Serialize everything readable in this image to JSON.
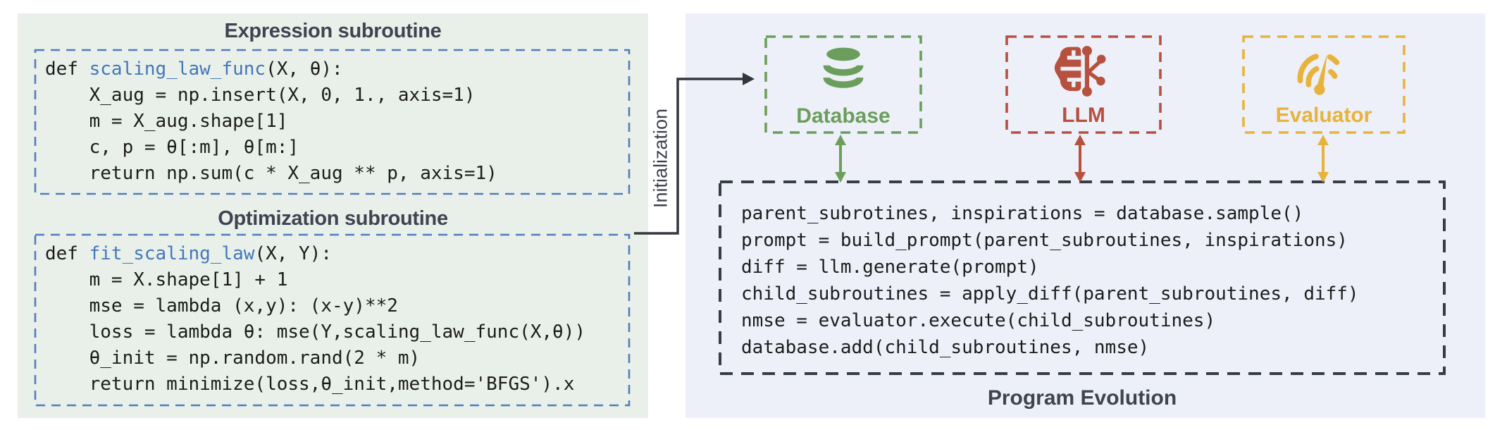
{
  "colors": {
    "left_panel_bg": "#e9f0e9",
    "right_panel_bg": "#edf0f8",
    "code_border_blue": "#4f7dbd",
    "function_name_blue": "#4377b9",
    "code_text": "#1c1c1c",
    "heading_text": "#3e4450",
    "database_green": "#6b9e5c",
    "llm_red": "#b65140",
    "evaluator_gold": "#e7b33c",
    "program_box_dark": "#383d44"
  },
  "left_panel": {
    "blocks": [
      {
        "title": "Expression subroutine",
        "lines": [
          [
            {
              "t": "def "
            },
            {
              "t": "scaling_law_func",
              "fn": true
            },
            {
              "t": "(X, θ):"
            }
          ],
          [
            {
              "t": "    X_aug = np.insert(X, 0, 1., axis=1)"
            }
          ],
          [
            {
              "t": "    m = X_aug.shape[1]"
            }
          ],
          [
            {
              "t": "    c, p = θ[:m], θ[m:]"
            }
          ],
          [
            {
              "t": "    return np.sum(c * X_aug ** p, axis=1)"
            }
          ]
        ]
      },
      {
        "title": "Optimization subroutine",
        "lines": [
          [
            {
              "t": "def "
            },
            {
              "t": "fit_scaling_law",
              "fn": true
            },
            {
              "t": "(X, Y):"
            }
          ],
          [
            {
              "t": "    m = X.shape[1] + 1"
            }
          ],
          [
            {
              "t": "    mse = lambda (x,y): (x-y)**2"
            }
          ],
          [
            {
              "t": "    loss = lambda θ: mse(Y,scaling_law_func(X,θ))"
            }
          ],
          [
            {
              "t": "    θ_init = np.random.rand(2 * m)"
            }
          ],
          [
            {
              "t": "    return minimize(loss,θ_init,method='BFGS').x"
            }
          ]
        ]
      }
    ]
  },
  "connector": {
    "label": "Initialization"
  },
  "right_panel": {
    "components": [
      {
        "name": "Database",
        "icon": "database-icon",
        "color": "#6b9e5c"
      },
      {
        "name": "LLM",
        "icon": "llm-icon",
        "color": "#b65140"
      },
      {
        "name": "Evaluator",
        "icon": "evaluator-icon",
        "color": "#e7b33c"
      }
    ],
    "program_box": {
      "label": "Program Evolution",
      "lines": [
        "parent_subrotines, inspirations = database.sample()",
        "prompt = build_prompt(parent_subroutines, inspirations)",
        "diff = llm.generate(prompt)",
        "child_subroutines = apply_diff(parent_subroutines, diff)",
        "nmse = evaluator.execute(child_subroutines)",
        "database.add(child_subroutines, nmse)"
      ]
    }
  }
}
